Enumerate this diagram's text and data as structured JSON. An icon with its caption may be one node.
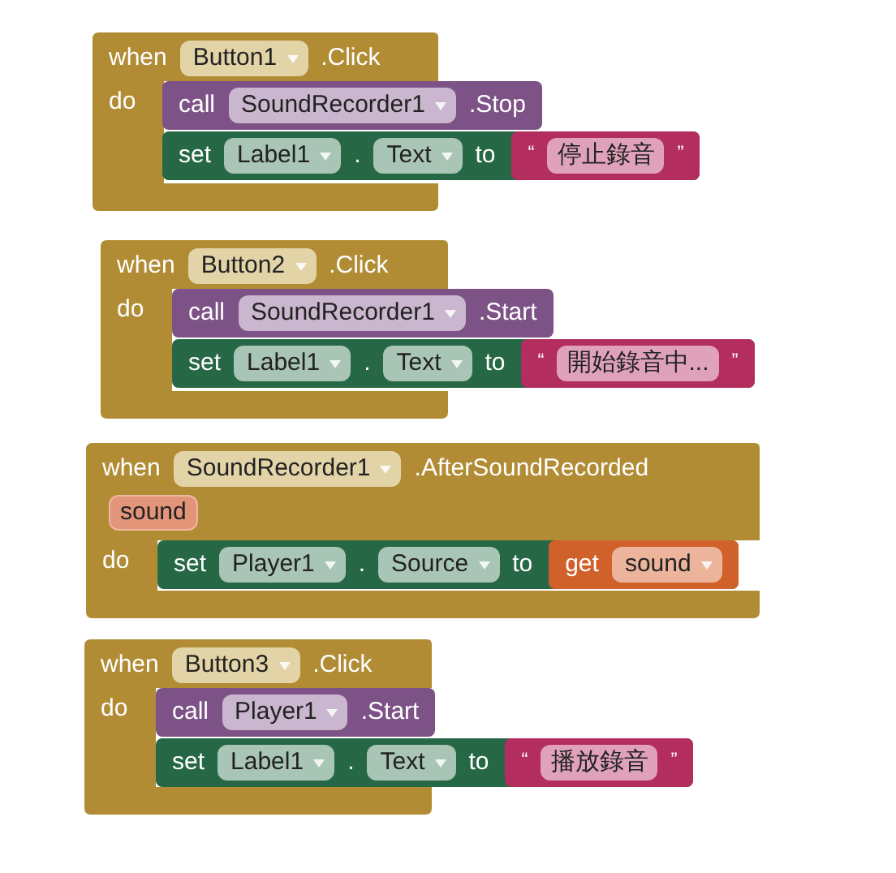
{
  "diagram": {
    "nodes": [
      {
        "text": [
          "when",
          "Button1",
          ".Click",
          "do"
        ]
      },
      {
        "text": [
          "call",
          "SoundRecorder1",
          ".Stop"
        ]
      },
      {
        "text": [
          "set",
          "Label1",
          ".",
          "Text",
          "to"
        ]
      },
      {
        "text": [
          "“",
          "停止錄音",
          "”"
        ],
        "in": 2
      },
      {
        "text": [
          "when",
          "Button2",
          ".Click",
          "do"
        ]
      },
      {
        "text": [
          "call",
          "SoundRecorder1",
          ".Start"
        ]
      },
      {
        "text": [
          "set",
          "Label1",
          ".",
          "Text",
          "to"
        ]
      },
      {
        "text": [
          "“",
          "開始錄音中...",
          "”"
        ],
        "in": 6
      },
      {
        "text": [
          "when",
          "SoundRecorder1",
          ".AfterSoundRecorded",
          "sound",
          "do"
        ]
      },
      {
        "text": [
          "set",
          "Player1",
          ".",
          "Source",
          "to"
        ]
      },
      {
        "text": [
          "get",
          "sound"
        ],
        "in": 9
      },
      {
        "text": [
          "when",
          "Button3",
          ".Click",
          "do"
        ]
      },
      {
        "text": [
          "call",
          "Player1",
          ".Start"
        ]
      },
      {
        "text": [
          "set",
          "Label1",
          ".",
          "Text",
          "to"
        ]
      },
      {
        "text": [
          "“",
          "播放錄音",
          "”"
        ],
        "in": 13
      }
    ]
  }
}
